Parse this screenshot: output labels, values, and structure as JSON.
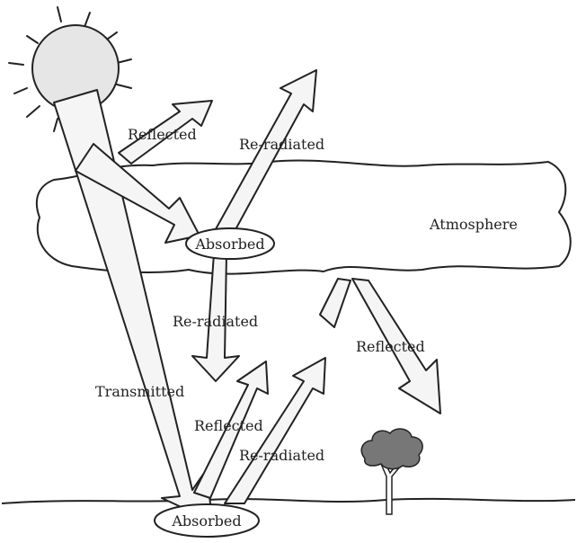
{
  "labels": {
    "reflected_top": "Reflected",
    "reradiated_top": "Re-radiated",
    "atmosphere": "Atmosphere",
    "absorbed_cloud": "Absorbed",
    "reradiated_mid": "Re-radiated",
    "reflected_cloud": "Reflected",
    "transmitted": "Transmitted",
    "reflected_ground": "Reflected",
    "reradiated_ground": "Re-radiated",
    "absorbed_ground": "Absorbed"
  },
  "colors": {
    "ink": "#222222",
    "sun_fill": "#e6e6e6",
    "arrow_fill": "#f5f5f5",
    "background": "#ffffff"
  }
}
